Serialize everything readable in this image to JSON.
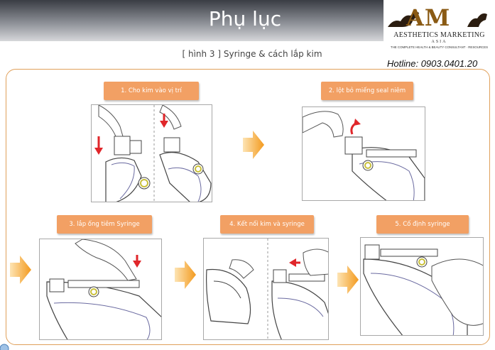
{
  "title": "Phụ lục",
  "subtitle": "[ hình 3 ] Syringe & cách lắp kim",
  "logo": {
    "monogram": "AM",
    "name": "AESTHETICS MARKETING",
    "region": "ASIA",
    "tagline": "THE COMPLETE HEALTH & BEAUTY CONSULTANT · RESOURCES"
  },
  "hotline": "Hotline: 0903.0401.20",
  "steps": [
    {
      "label": "1. Cho kim vào vị trí"
    },
    {
      "label": "2. lột bỏ miếng seal niêm"
    },
    {
      "label": "3. lắp ống tiêm Syringe"
    },
    {
      "label": "4. Kết nối kim và syringe"
    },
    {
      "label": "5. Cố định syringe"
    }
  ],
  "colors": {
    "accent": "#f2a064",
    "arrow": "#f5b24a",
    "red_marker": "#e0262a",
    "frame": "#e0a05a",
    "logo_gold": "#8a5a14"
  },
  "icons": {
    "step_arrow": "chevron-right-arrow-icon",
    "red_arrow": "red-direction-arrow-icon"
  }
}
